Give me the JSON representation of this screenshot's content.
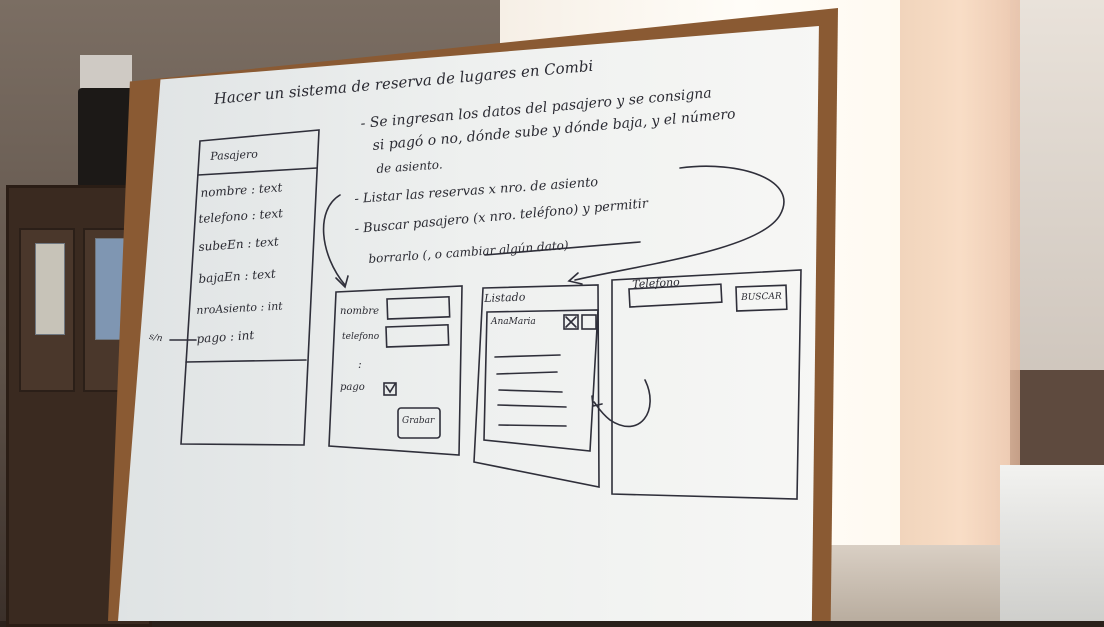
{
  "board": {
    "title": "Hacer un sistema de reserva de lugares en Combi",
    "requirements": [
      "- Se ingresan los datos del pasajero y se consigna",
      "si pagó o no, dónde sube y dónde baja, y el número",
      "de asiento.",
      "- Listar las reservas x nro. de asiento",
      "- Buscar pasajero (x nro. teléfono) y permitir",
      "borrarlo (, o cambiar algún dato)"
    ],
    "entity": {
      "name": "Pasajero",
      "fields": [
        {
          "label": "nombre : text"
        },
        {
          "label": "telefono : text"
        },
        {
          "label": "subeEn : text"
        },
        {
          "label": "bajaEn : text"
        },
        {
          "label": "nroAsiento : int"
        },
        {
          "label": "pago : int"
        }
      ],
      "side_note": "s/n"
    },
    "form_sketch": {
      "fields": [
        "nombre",
        "telefono"
      ],
      "ellipsis": ":",
      "check_label": "pago",
      "button": "Grabar"
    },
    "list_sketch": {
      "title": "Listado",
      "row": "AnaMaria"
    },
    "search_sketch": {
      "label": "Telefono",
      "button": "BUSCAR"
    }
  }
}
